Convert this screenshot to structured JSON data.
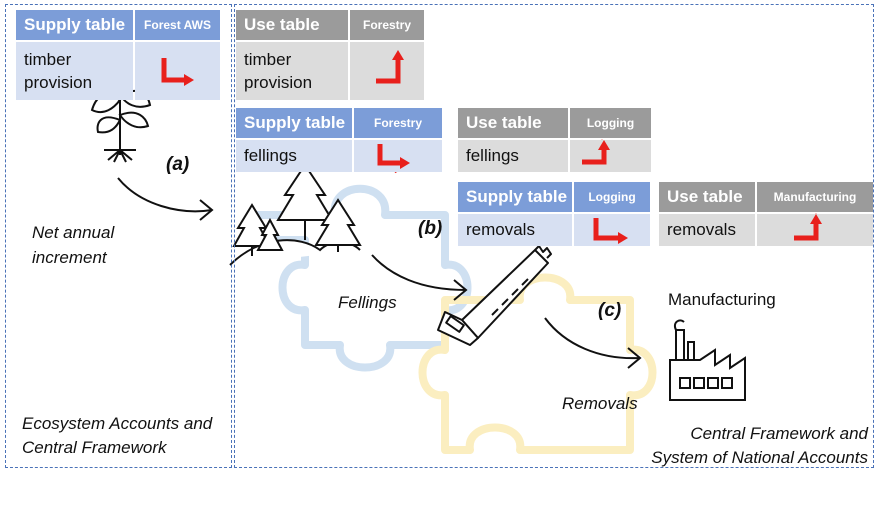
{
  "tables": {
    "t1": {
      "title": "Supply table",
      "sector": "Forest AWS",
      "row_lines": [
        "timber",
        "provision"
      ]
    },
    "t2": {
      "title": "Use table",
      "sector": "Forestry",
      "row_lines": [
        "timber",
        "provision"
      ]
    },
    "t3": {
      "title": "Supply table",
      "sector": "Forestry",
      "row_lines": [
        "fellings"
      ]
    },
    "t4": {
      "title": "Use table",
      "sector": "Logging",
      "row_lines": [
        "fellings"
      ]
    },
    "t5": {
      "title": "Supply table",
      "sector": "Logging",
      "row_lines": [
        "removals"
      ]
    },
    "t6": {
      "title": "Use table",
      "sector": "Manufacturing",
      "row_lines": [
        "removals"
      ]
    }
  },
  "labels": {
    "a": "(a)",
    "b": "(b)",
    "c": "(c)",
    "net_annual_increment": [
      "Net annual",
      "increment"
    ],
    "fellings": "Fellings",
    "removals": "Removals",
    "manufacturing": "Manufacturing",
    "ecosystem_accounts": [
      "Ecosystem Accounts and",
      "Central Framework"
    ],
    "central_framework_sna": [
      "Central Framework and",
      "System of National Accounts"
    ]
  },
  "icons": [
    "seedling-icon",
    "forest-icon",
    "saw-icon",
    "factory-icon",
    "puzzle-icon"
  ],
  "colors": {
    "supply_header": "#7c9dd8",
    "supply_body": "#d7e0f2",
    "use_header": "#9b9b9b",
    "use_body": "#dcdcdc",
    "arrow_red": "#e8201c",
    "frame_dashed": "#4a72b8",
    "puzzle_blue": "#cfe0f1",
    "puzzle_yellow": "#fbeec0"
  }
}
